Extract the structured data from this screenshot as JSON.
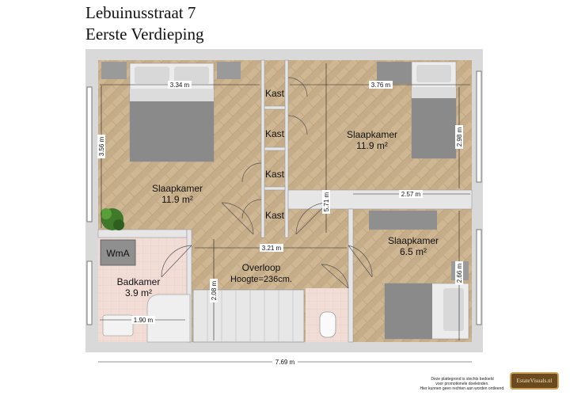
{
  "header": {
    "address": "Lebuinusstraat 7",
    "floor": "Eerste Verdieping"
  },
  "rooms": {
    "slaapkamer_left": {
      "name": "Slaapkamer",
      "area": "11.9 m²"
    },
    "slaapkamer_right": {
      "name": "Slaapkamer",
      "area": "11.9 m²"
    },
    "slaapkamer_small": {
      "name": "Slaapkamer",
      "area": "6.5 m²"
    },
    "badkamer": {
      "name": "Badkamer",
      "area": "3.9 m²"
    },
    "overloop": {
      "name": "Overloop",
      "height": "Hoogte=236cm."
    },
    "wma": "WmA",
    "kasten": [
      "Kast",
      "Kast",
      "Kast",
      "Kast"
    ]
  },
  "dimensions": {
    "d334": "3.34 m",
    "d356": "3.56 m",
    "d376": "3.76 m",
    "d298": "2.98 m",
    "d257": "2.57 m",
    "d571": "5.71 m",
    "d321": "3.21 m",
    "d208": "2.08 m",
    "d266": "2.66 m",
    "d190": "1.90 m",
    "d769": "7.69 m"
  },
  "footer": {
    "disclaimer": [
      "Deze plattegrond is slechts bedoeld",
      "voor promotionele doeleinden.",
      "Hier kunnen geen rechten aan worden ontleend."
    ],
    "logo": "EstateVisuals.nl"
  },
  "colors": {
    "wood": "#c9b08e",
    "tile": "#f1dcd6",
    "wall": "#8c8c8c",
    "bed": "#8a8a8a"
  }
}
